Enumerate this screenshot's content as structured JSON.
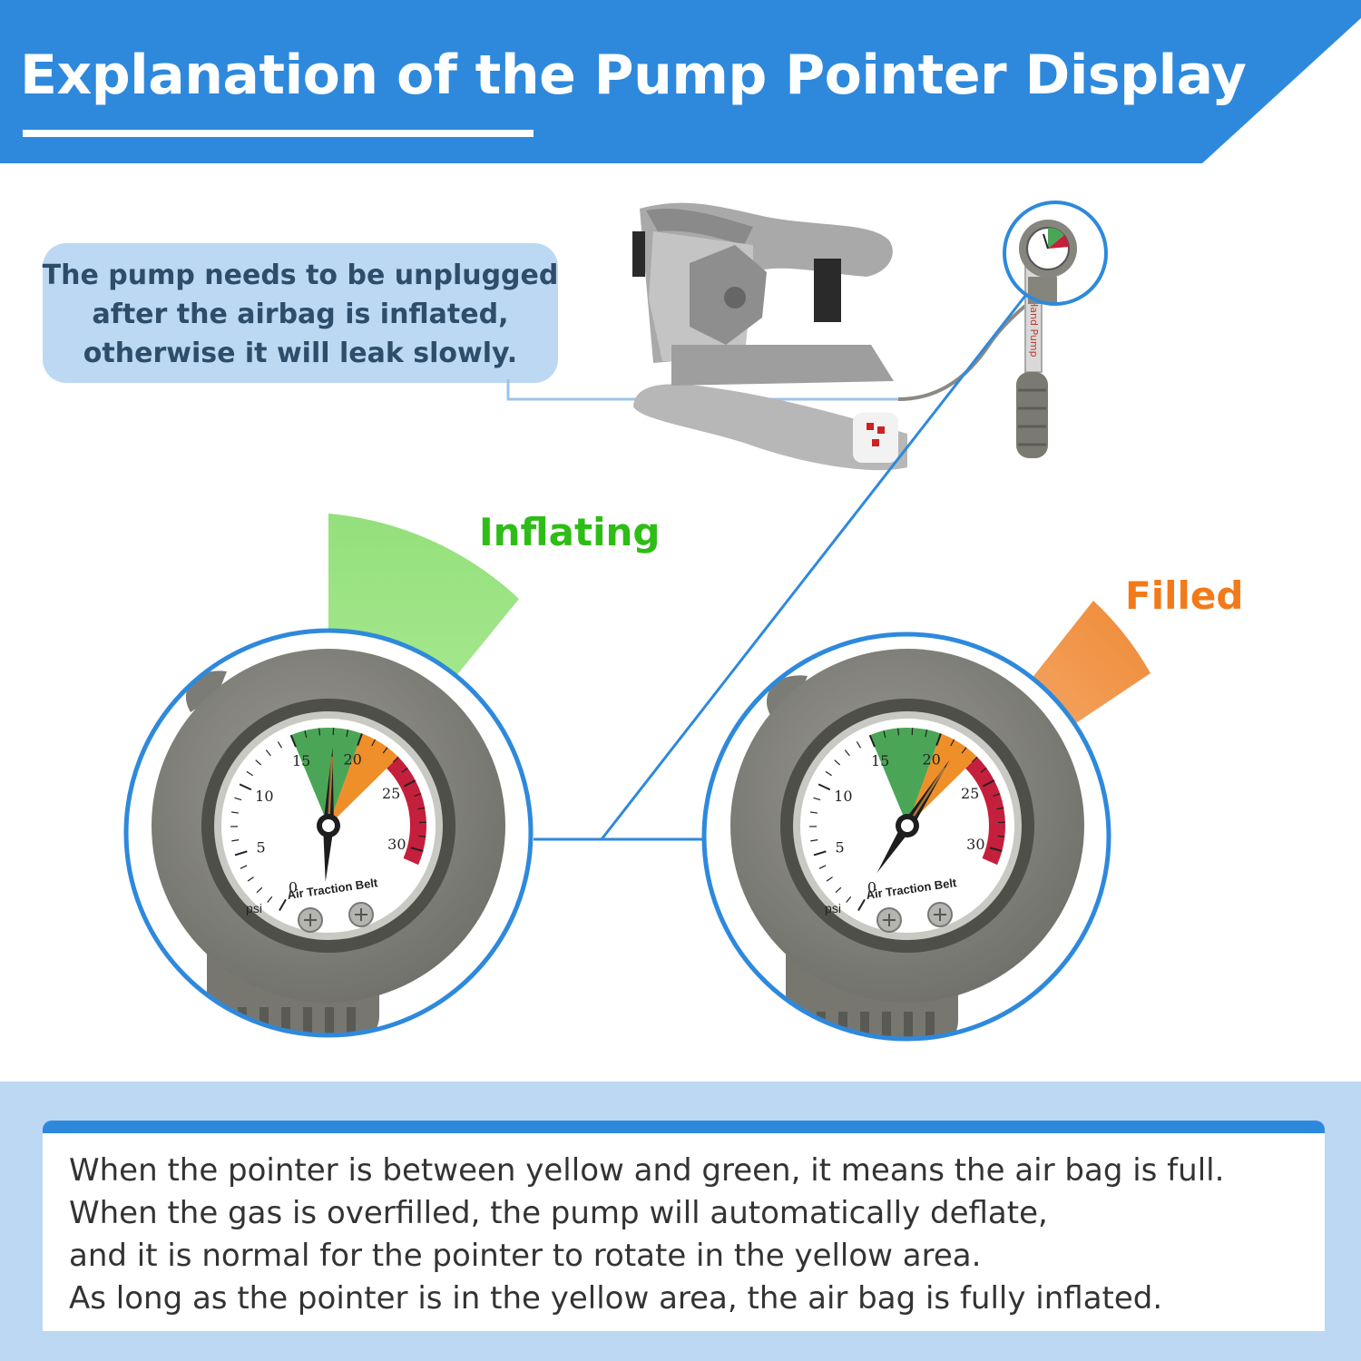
{
  "header": {
    "title": "Explanation of the Pump Pointer Display"
  },
  "callout": {
    "lines": [
      "The pump needs to be unplugged",
      "after the airbag is inflated,",
      "otherwise it will leak slowly."
    ]
  },
  "pump": {
    "label": "Hand Pump"
  },
  "states": {
    "inflating": "Inflating",
    "filled": "Filled"
  },
  "gauge": {
    "ticks": [
      "0",
      "5",
      "10",
      "15",
      "20",
      "25",
      "30"
    ],
    "title": "Air Traction Belt",
    "unit": "psi",
    "zones": [
      {
        "name": "green",
        "from": 15,
        "to": 20
      },
      {
        "name": "yellow",
        "from": 20,
        "to": 23
      },
      {
        "name": "red",
        "from": 23,
        "to": 31
      }
    ],
    "inflating_reading": 18,
    "filled_reading": 21.5
  },
  "colors": {
    "header_blue": "#2e89dc",
    "panel_blue": "#bcd8f3",
    "inflating_green": "#2ebd16",
    "filled_orange": "#f27a1a",
    "zone_green": "#4aa656",
    "zone_yellow": "#ee8f2a",
    "zone_red": "#c41f3c"
  },
  "footer": {
    "lines": [
      "When the pointer is between yellow and green, it means the air bag is full.",
      "When the gas is overfilled, the pump will automatically deflate,",
      "and it is normal for the pointer to rotate in the yellow area.",
      "As long as the pointer is in the yellow area, the air bag is fully inflated."
    ]
  }
}
